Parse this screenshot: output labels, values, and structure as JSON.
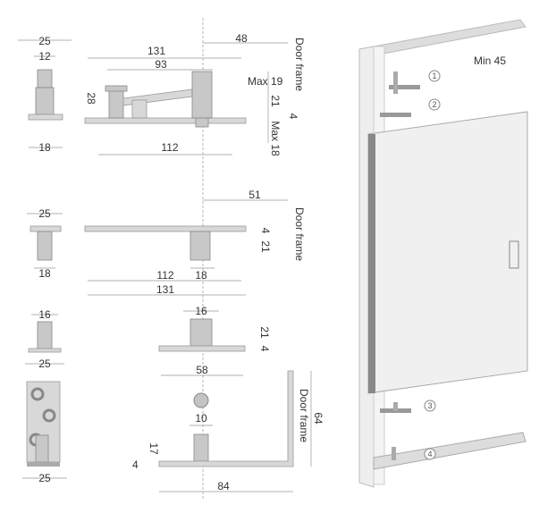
{
  "view1": {
    "side": {
      "w25": "25",
      "w12": "12",
      "w18": "18"
    },
    "front": {
      "d131": "131",
      "d93": "93",
      "d48": "48",
      "d28": "28",
      "d112": "112",
      "max19": "Max 19",
      "d21": "21",
      "d4": "4",
      "max18": "Max 18",
      "door_frame": "Door frame"
    }
  },
  "view2": {
    "side": {
      "w25": "25",
      "w18": "18"
    },
    "front": {
      "d51": "51",
      "d4": "4",
      "d21": "21",
      "d112": "112",
      "d18": "18",
      "d131": "131",
      "door_frame": "Door frame"
    }
  },
  "view3": {
    "side": {
      "w16": "16",
      "w25": "25"
    },
    "front": {
      "d16": "16",
      "d21": "21",
      "d4": "4",
      "d58": "58"
    }
  },
  "view4": {
    "side": {
      "w25": "25"
    },
    "front": {
      "d10": "10",
      "d17": "17",
      "d4": "4",
      "d84": "84",
      "d64": "64",
      "door_frame": "Door frame"
    }
  },
  "assembly": {
    "min45": "Min 45",
    "markers": [
      "1",
      "2",
      "3",
      "4"
    ]
  }
}
